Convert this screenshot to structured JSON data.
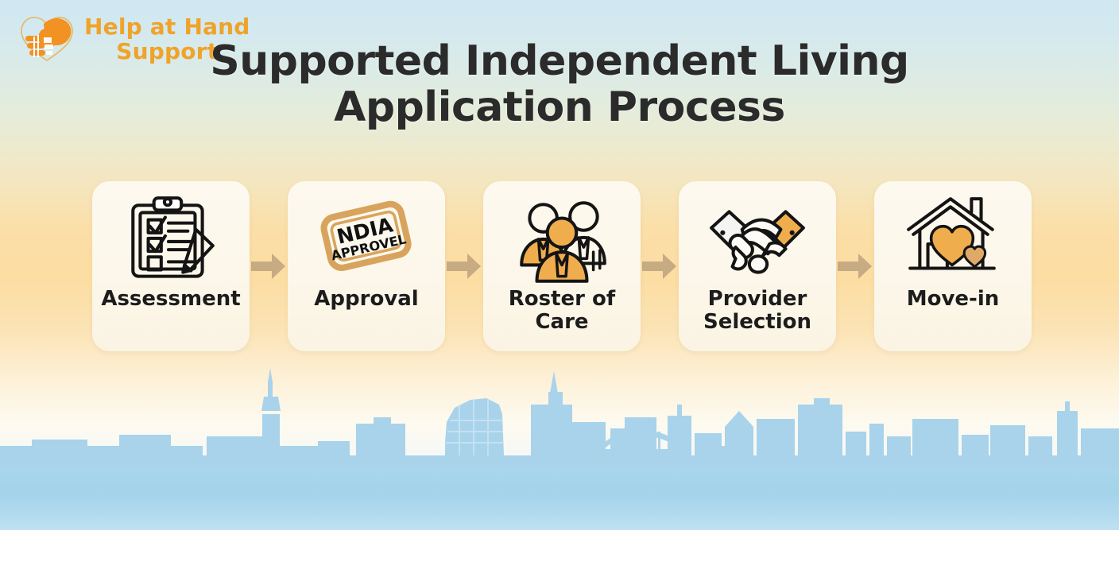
{
  "brand": {
    "logo_icon": "clasping-hands-heart-icon",
    "name_line1": "Help at Hand",
    "name_line2": "Support",
    "color": "#f0a32a"
  },
  "header": {
    "title_line1": "Supported Independent Living",
    "title_line2": "Application Process",
    "title_color": "#2b2b2b"
  },
  "colors": {
    "card_background": "#fdf8ec",
    "arrow": "#c6ab83",
    "accent_orange": "#f0ad4e",
    "icon_stroke": "#1a1a1a",
    "skyline": "#a6d2ea",
    "water": "#a9d6ec",
    "sky_top": "#cfe8f2",
    "sky_mid": "#fbdfa8"
  },
  "process": {
    "arrow_icon": "right-arrow-icon",
    "steps": [
      {
        "label": "Assessment",
        "label_lines": [
          "Assessment"
        ],
        "icon": "clipboard-checklist-pencil-icon",
        "order": 1
      },
      {
        "label": "Approval",
        "label_lines": [
          "Approval"
        ],
        "icon": "ndia-approval-stamp-icon",
        "order": 2,
        "stamp_text_line1": "NDIA",
        "stamp_text_line2": "APPROVEL"
      },
      {
        "label": "Roster of Care",
        "label_lines": [
          "Roster of",
          "Care"
        ],
        "icon": "three-people-group-icon",
        "order": 3
      },
      {
        "label": "Provider Selection",
        "label_lines": [
          "Provider",
          "Selection"
        ],
        "icon": "handshake-icon",
        "order": 4
      },
      {
        "label": "Move-in",
        "label_lines": [
          "Move-in"
        ],
        "icon": "house-with-hearts-icon",
        "order": 5
      }
    ]
  },
  "background": {
    "skyline_illustration": "city-skyline-with-harbour-bridge",
    "water_band": "harbour-water"
  }
}
